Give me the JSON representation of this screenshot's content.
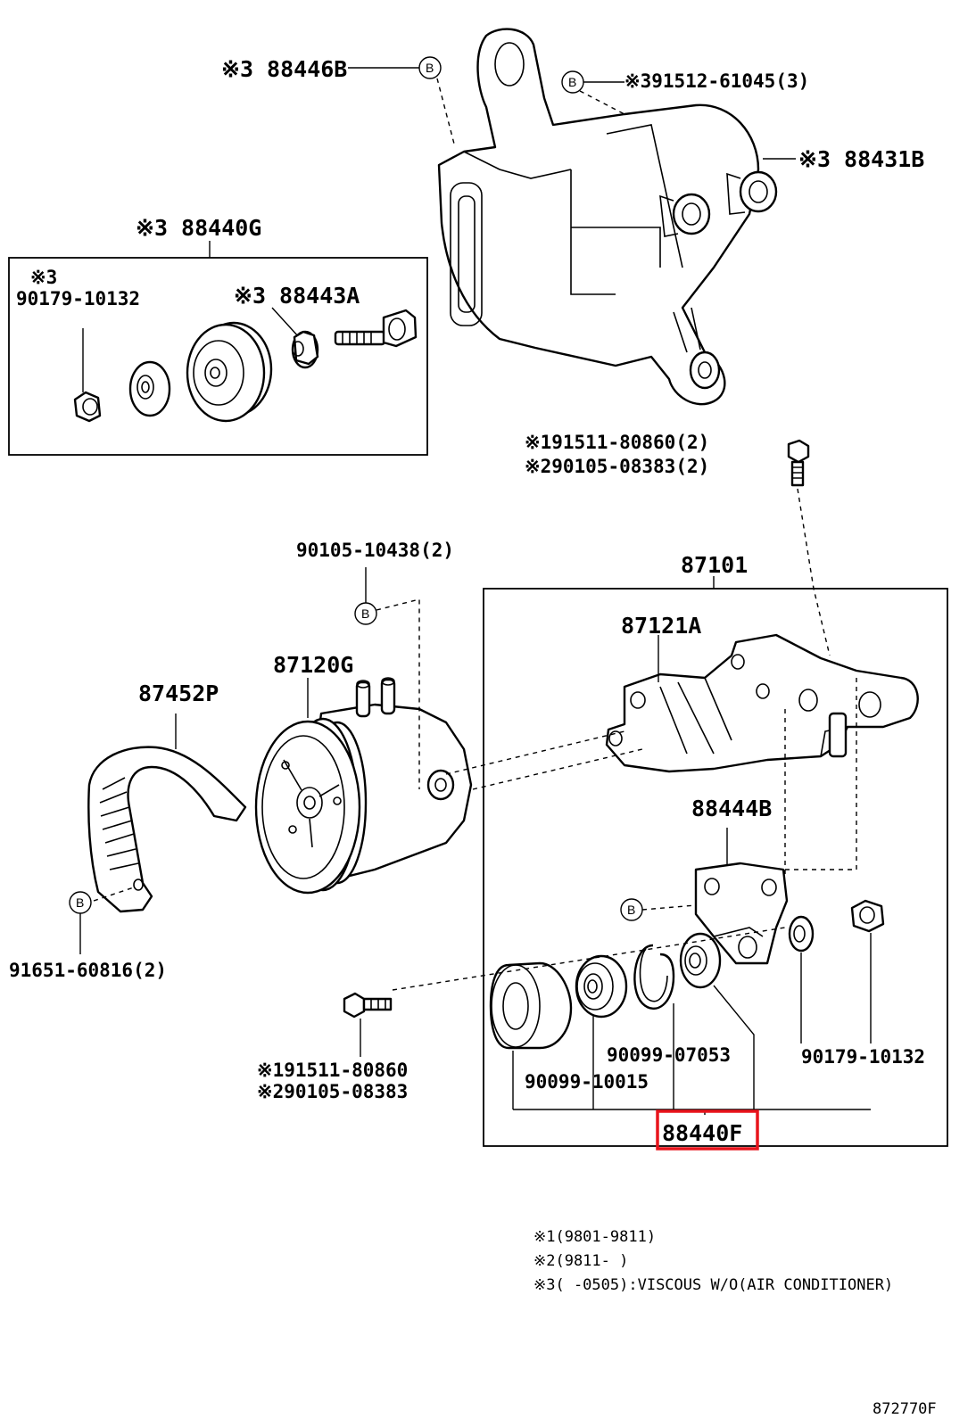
{
  "labels": {
    "p88446B": "※3 88446B",
    "p91512": "※391512-61045(3)",
    "p88431B": "※3 88431B",
    "p88440G": "※3 88440G",
    "p90179a_mark": "※3",
    "p90179a": "90179-10132",
    "p88443A": "※3 88443A",
    "p91511_top": "※191511-80860(2)",
    "p90105_top": "※290105-08383(2)",
    "p90105_10438": "90105-10438(2)",
    "p87101": "87101",
    "p87121A": "87121A",
    "p87120G": "87120G",
    "p87452P": "87452P",
    "p88444B": "88444B",
    "p91651": "91651-60816(2)",
    "p91511_bot": "※191511-80860",
    "p90105_bot": "※290105-08383",
    "p90099_07053": "90099-07053",
    "p90099_10015": "90099-10015",
    "p90179b": "90179-10132",
    "p88440F": "88440F",
    "bolt_mark": "B"
  },
  "highlight": {
    "part": "88440F",
    "color": "#e8141c"
  },
  "notes": [
    "※1(9801-9811)",
    "※2(9811-    )",
    "※3(    -0505):VISCOUS W/O(AIR CONDITIONER)"
  ],
  "diagram_number": "872770F"
}
